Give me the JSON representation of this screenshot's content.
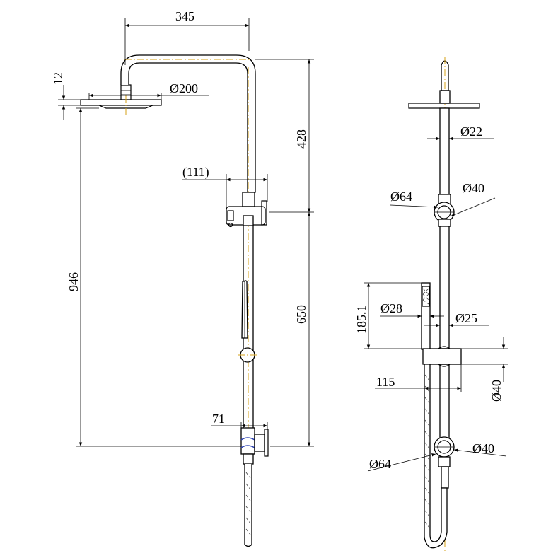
{
  "front_view": {
    "dim_width": "345",
    "dim_head_thickness": "12",
    "dim_head_diameter": "Ø200",
    "dim_upper": "428",
    "dim_offset": "(111)",
    "dim_total_height": "946",
    "dim_lower": "650",
    "dim_bottom_offset": "71"
  },
  "side_view": {
    "dim_arm_diameter": "Ø22",
    "dim_bracket_64_top": "Ø64",
    "dim_bracket_40_top": "Ø40",
    "dim_handle_height": "185.1",
    "dim_handle_28": "Ø28",
    "dim_handle_25": "Ø25",
    "dim_holder_depth": "115",
    "dim_holder_40": "Ø40",
    "dim_bracket_64_bottom": "Ø64",
    "dim_bracket_40_bottom": "Ø40"
  }
}
